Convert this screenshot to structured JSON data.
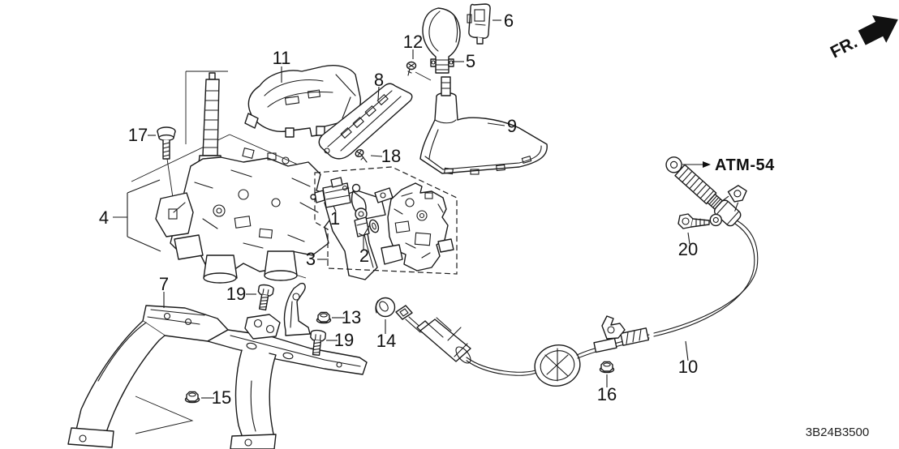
{
  "diagram": {
    "code": "3B24B3500",
    "direction_label": "FR.",
    "ref_label": "ATM-54"
  },
  "colors": {
    "line": "#1a1a1a",
    "background": "#ffffff",
    "text": "#111111"
  },
  "callouts": {
    "c1": "1",
    "c2": "2",
    "c3": "3",
    "c4": "4",
    "c5": "5",
    "c6": "6",
    "c7": "7",
    "c8": "8",
    "c9": "9",
    "c10": "10",
    "c11": "11",
    "c12": "12",
    "c13": "13",
    "c14": "14",
    "c15": "15",
    "c16": "16",
    "c17": "17",
    "c18": "18",
    "c19a": "19",
    "c19b": "19",
    "c20": "20"
  }
}
